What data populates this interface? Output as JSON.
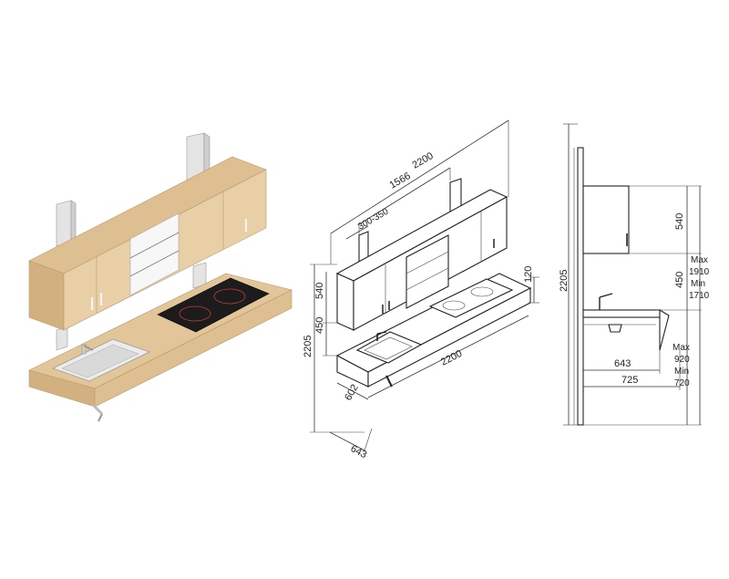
{
  "colors": {
    "wood": "#e8cfa6",
    "wood_dark": "#d2b080",
    "wood_mid": "#ddbf91",
    "hob": "#1c1c1c",
    "sink": "#ececec",
    "bracket": "#e4e4e4"
  },
  "icons": [
    "faucet-icon",
    "hob-burner-icon"
  ],
  "iso_view": {
    "dims": {
      "width_top": "2200",
      "inner_width": "1566",
      "bracket_spacing": "300-350",
      "cabinet_height": "540",
      "gap_height": "450",
      "total_height": "2205",
      "countertop_thickness": "120",
      "countertop_length": "2200",
      "counter_depth": "602",
      "total_depth": "643"
    }
  },
  "side_view": {
    "dims": {
      "total_height": "2205",
      "cabinet_height": "540",
      "gap_height": "450",
      "upper_range_max_label": "Max",
      "upper_range_max": "1910",
      "upper_range_min_label": "Min",
      "upper_range_min": "1710",
      "counter_depth": "643",
      "total_depth": "725",
      "lower_range_max_label": "Max",
      "lower_range_max": "920",
      "lower_range_min_label": "Min",
      "lower_range_min": "720"
    }
  }
}
